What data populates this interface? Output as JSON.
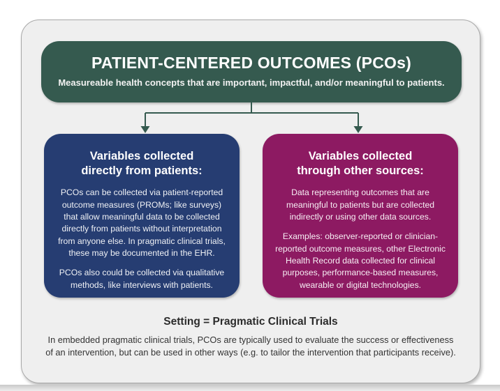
{
  "header": {
    "title": "PATIENT-CENTERED OUTCOMES (PCOs)",
    "subtitle": "Measureable health concepts that are important, impactful, and/or meaningful to patients."
  },
  "left_box": {
    "title": "Variables collected\ndirectly from patients:",
    "paragraphs": [
      "PCOs can be collected via patient-reported outcome measures (PROMs; like surveys) that allow meaningful data to be collected directly from patients without interpretation from anyone else. In pragmatic clinical trials, these may be documented in the EHR.",
      "PCOs also could be collected via qualitative methods, like interviews with patients."
    ]
  },
  "right_box": {
    "title": "Variables collected\nthrough other sources:",
    "paragraphs": [
      "Data representing outcomes that are meaningful to patients but are collected indirectly or using other data sources.",
      "Examples: observer-reported or clinician-reported outcome measures, other Electronic Health Record data collected for clinical purposes, performance-based measures, wearable or digital technologies."
    ]
  },
  "footer": {
    "heading": "Setting = Pragmatic Clinical Trials",
    "body": "In embedded pragmatic clinical trials, PCOs are typically used to evaluate the success or effectiveness of an intervention, but can be used in other ways (e.g. to tailor the intervention that participants receive)."
  },
  "colors": {
    "header_green": "#355a4f",
    "left_blue": "#263d72",
    "right_magenta": "#8d1a62",
    "arrow_green": "#355a4f",
    "card_background": "#efefef"
  }
}
